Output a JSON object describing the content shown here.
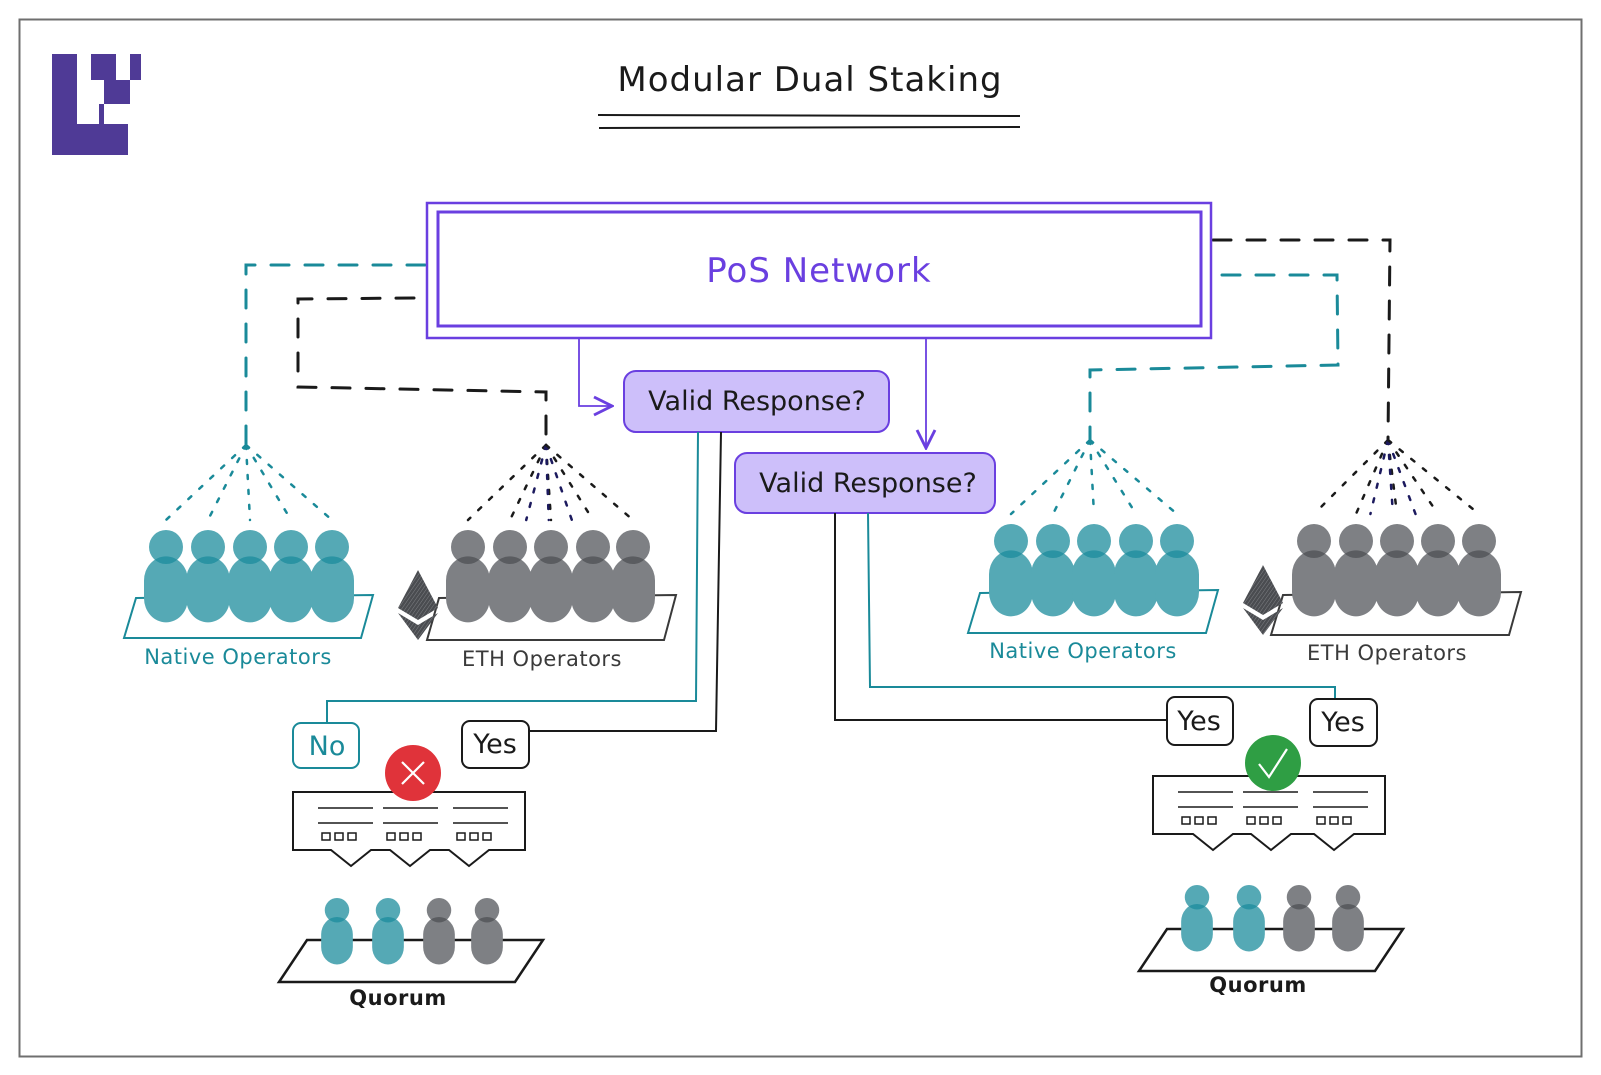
{
  "diagram": {
    "title": "Modular Dual Staking",
    "logo": "l2-block-logo",
    "network": {
      "label": "PoS Network"
    },
    "validators": [
      {
        "id": "vr1",
        "label": "Valid Response?"
      },
      {
        "id": "vr2",
        "label": "Valid Response?"
      }
    ],
    "groups": [
      {
        "id": "native-left",
        "label": "Native Operators",
        "kind": "native",
        "count": 5
      },
      {
        "id": "eth-left",
        "label": "ETH Operators",
        "kind": "eth",
        "count": 5,
        "icon": "ethereum-icon"
      },
      {
        "id": "native-right",
        "label": "Native Operators",
        "kind": "native",
        "count": 5
      },
      {
        "id": "eth-right",
        "label": "ETH Operators",
        "kind": "eth",
        "count": 5,
        "icon": "ethereum-icon"
      }
    ],
    "outcomes": [
      {
        "id": "left",
        "answers": [
          {
            "label": "No",
            "from": "native"
          },
          {
            "label": "Yes",
            "from": "eth"
          }
        ],
        "status": "rejected",
        "status_icon": "x-mark-icon",
        "quorum_label": "Quorum",
        "quorum_members": [
          "native",
          "native",
          "eth",
          "eth"
        ]
      },
      {
        "id": "right",
        "answers": [
          {
            "label": "Yes",
            "from": "eth"
          },
          {
            "label": "Yes",
            "from": "native"
          }
        ],
        "status": "accepted",
        "status_icon": "check-mark-icon",
        "quorum_label": "Quorum",
        "quorum_members": [
          "native",
          "native",
          "eth",
          "eth"
        ]
      }
    ],
    "colors": {
      "brand_purple": "#4f3a96",
      "network_purple": "#6a3fe0",
      "validator_fill": "#cdbffa",
      "native_teal": "#55a9b5",
      "native_line": "#1a8a99",
      "eth_gray": "#7e8084",
      "reject_red": "#e0333a",
      "accept_green": "#2f9e44"
    }
  }
}
